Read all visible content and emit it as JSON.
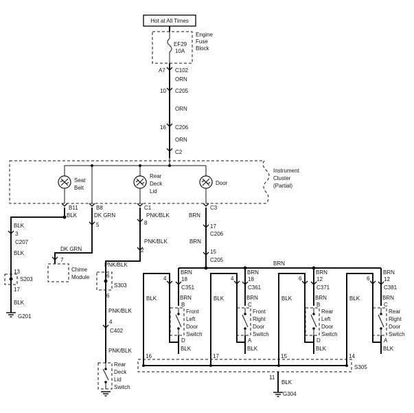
{
  "power_label": "Hot at All Times",
  "fuse": {
    "name": "EF29",
    "rating": "10A",
    "block_line1": "Engine",
    "block_line2": "Fuse",
    "block_line3": "Block"
  },
  "top_conn": {
    "pin_a7": "A7",
    "c102": "C102",
    "pin10": "10",
    "c205": "C205",
    "orn1": "ORN",
    "orn2": "ORN",
    "pin16": "16",
    "c206": "C206",
    "orn3": "ORN",
    "c2": "C2"
  },
  "cluster": {
    "label1": "Instrument",
    "label2": "Cluster",
    "label3": "(Partial)",
    "seat1": "Seat",
    "seat2": "Belt",
    "rear1": "Rear",
    "rear2": "Deck",
    "rear3": "Lid",
    "door": "Door"
  },
  "cluster_pins": {
    "b11": "B11",
    "b8": "B8",
    "c1": "C1",
    "c3": "C3"
  },
  "left_branch": {
    "blk1": "BLK",
    "pin3": "3",
    "c207": "C207",
    "blk2": "BLK",
    "pin13": "13",
    "s203": "S203",
    "pin17": "17",
    "blk3": "BLK",
    "g201": "G201"
  },
  "chime": {
    "dkgrn1": "DK GRN",
    "pin5": "5",
    "dkgrn2": "DK GRN",
    "pin7": "7",
    "mod1": "Chime",
    "mod2": "Module"
  },
  "middle": {
    "pnkblk1": "PNK/BLK",
    "pin8": "8",
    "pnkblk2": "PNK/BLK",
    "pin2": "2",
    "pnkblk3": "PNK/BLK",
    "pin6a": "6",
    "s303": "S303",
    "pin6b": "6",
    "pnkblk4": "PNK/BLK",
    "pin4": "4",
    "c402": "C402",
    "pnkblk5": "PNK/BLK",
    "sw1": "Rear",
    "sw2": "Deck",
    "sw3": "Lid",
    "sw4": "Switch"
  },
  "right_feed": {
    "brn1": "BRN",
    "pin17": "17",
    "c206": "C206",
    "brn2": "BRN",
    "pin15": "15",
    "c205": "C205",
    "brn_bus": "BRN"
  },
  "switches": [
    {
      "blk": "BLK",
      "pin_l": "4",
      "brn": "BRN",
      "pin_r": "18",
      "conn": "C351",
      "brn2": "BRN",
      "pin_top": "B",
      "name1": "Front",
      "name2": "Left",
      "name3": "Door",
      "name4": "Switch",
      "pin_bot": "D",
      "blk2": "BLK"
    },
    {
      "blk": "BLK",
      "pin_l": "4",
      "brn": "BRN",
      "pin_r": "18",
      "conn": "C361",
      "brn2": "BRN",
      "pin_top": "C",
      "name1": "Front",
      "name2": "Right",
      "name3": "Door",
      "name4": "Switch",
      "pin_bot": "A",
      "blk2": "BLK"
    },
    {
      "blk": "BLK",
      "pin_l": "6",
      "brn": "BRN",
      "pin_r": "12",
      "conn": "C371",
      "brn2": "BRN",
      "pin_top": "B",
      "name1": "Rear",
      "name2": "Left",
      "name3": "Door",
      "name4": "Switch",
      "pin_bot": "D",
      "blk2": "BLK"
    },
    {
      "blk": "BLK",
      "pin_l": "6",
      "brn": "BRN",
      "pin_r": "12",
      "conn": "C381",
      "brn2": "BRN",
      "pin_top": "C",
      "name1": "Rear",
      "name2": "Right",
      "name3": "Door",
      "name4": "Switch",
      "pin_bot": "A",
      "blk2": "BLK"
    }
  ],
  "ground_bus": {
    "p16": "16",
    "p17": "17",
    "p15": "15",
    "p14": "14",
    "s305": "S305",
    "pin11": "11",
    "blk": "BLK",
    "g304": "G304"
  }
}
